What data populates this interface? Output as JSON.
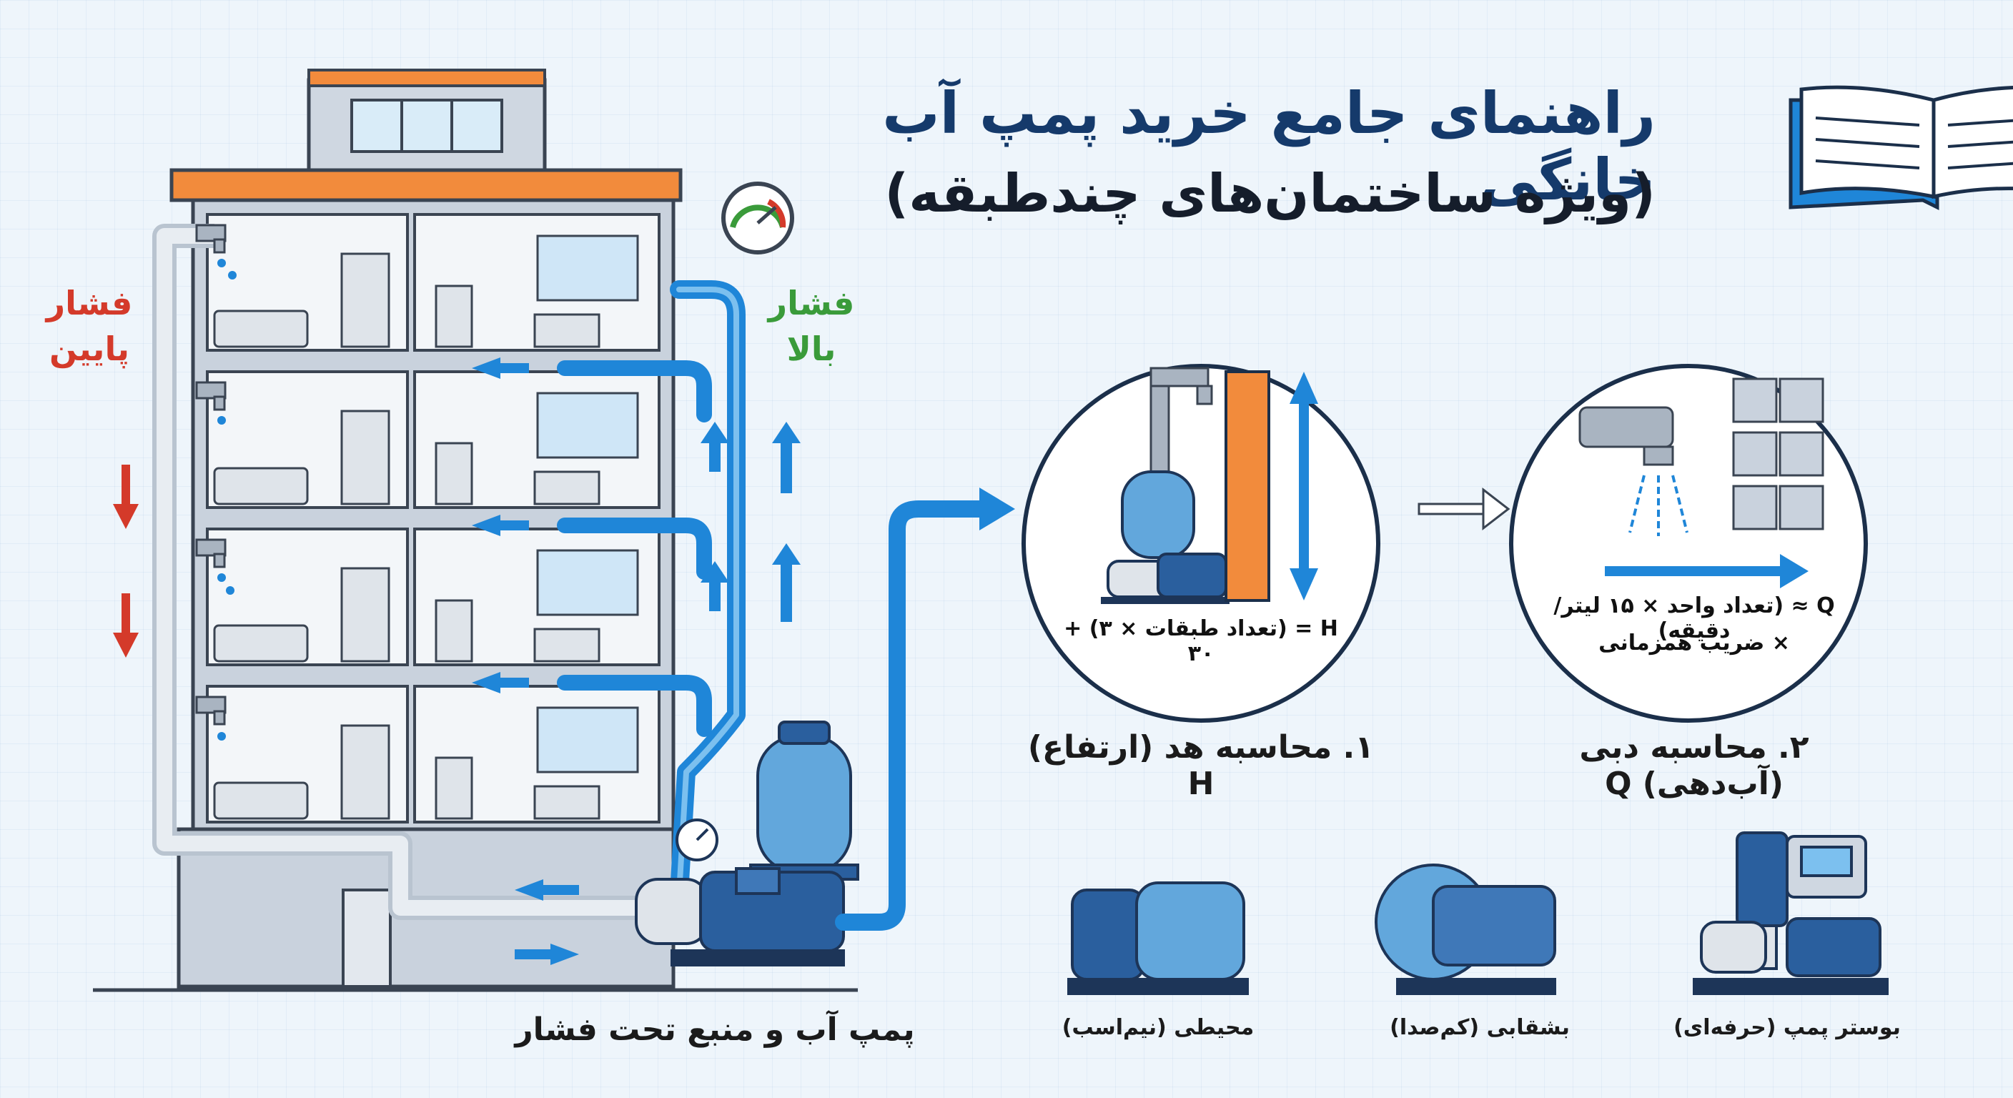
{
  "title": {
    "line1": "راهنمای جامع خرید پمپ آب خانگی",
    "line2": "(ویژه ساختمان‌های چندطبقه)"
  },
  "building": {
    "low_pressure_label": "فشار\nپایین",
    "high_pressure_label": "فشار\nبالا",
    "pump_caption": "پمپ آب و منبع تحت فشار"
  },
  "steps": [
    {
      "caption": "۱. محاسبه هد (ارتفاع) H",
      "formula": "H = (تعداد طبقات × ۳) + ۳۰"
    },
    {
      "caption": "۲. محاسبه دبی (آب‌دهی) Q",
      "formula_line1": "Q ≈ (تعداد واحد × ۱۵ لیتر/دقیقه)",
      "formula_line2": "× ضریب همزمانی"
    }
  ],
  "pump_types": [
    {
      "label": "محیطی (نیم‌اسب)"
    },
    {
      "label": "بشقابی (کم‌صدا)"
    },
    {
      "label": "بوستر پمپ (حرفه‌ای)"
    }
  ],
  "colors": {
    "pipe_blue": "#1f86d8",
    "title_blue": "#153a6b",
    "roof_orange": "#f28b3c",
    "low_red": "#d43a2a",
    "high_green": "#3a9b3a",
    "pump_blue": "#2a5f9e"
  },
  "icons": [
    "open-book-icon",
    "pressure-gauge-icon",
    "faucet-icon",
    "ruler-icon",
    "double-arrow-icon",
    "shower-icon",
    "apartment-icon",
    "arrow-right-icon"
  ]
}
